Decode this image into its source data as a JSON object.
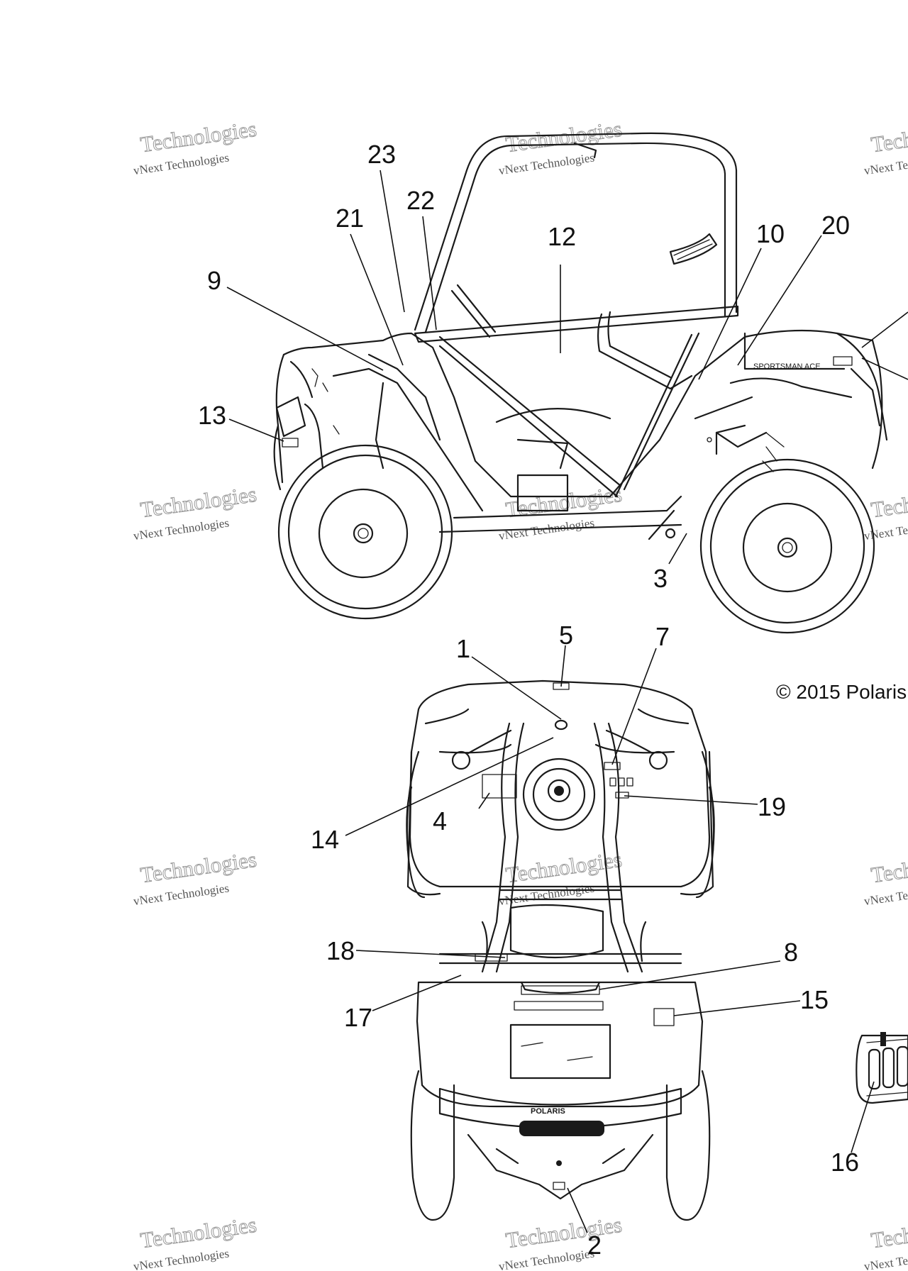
{
  "watermark": {
    "line1": "vNext Technologies",
    "line2": "Technologies"
  },
  "copyright": "© 2015 Polaris",
  "model_decal": "SPORTSMAN ACE",
  "brand_decal": "POLARIS",
  "callouts": {
    "c1": "1",
    "c2": "2",
    "c3": "3",
    "c4": "4",
    "c5": "5",
    "c7": "7",
    "c8": "8",
    "c9": "9",
    "c10": "10",
    "c12": "12",
    "c13": "13",
    "c14": "14",
    "c15": "15",
    "c16": "16",
    "c17": "17",
    "c18": "18",
    "c19": "19",
    "c20": "20",
    "c21": "21",
    "c22": "22",
    "c23": "23"
  },
  "colors": {
    "ink": "#1a1a1a",
    "paper": "#ffffff",
    "watermark": "#9a9a9a"
  }
}
